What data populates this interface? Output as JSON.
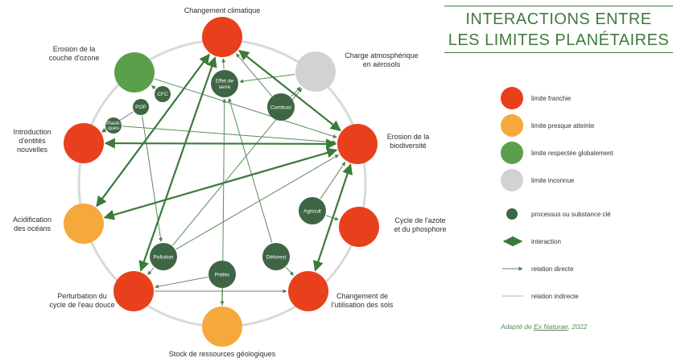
{
  "title": {
    "line1": "INTERACTIONS ENTRE",
    "line2": "LES LIMITES PLANÉTAIRES"
  },
  "colors": {
    "crossed": "#e8401c",
    "near": "#f5a83c",
    "respected": "#5aa04a",
    "unknown": "#d2d2d2",
    "process": "#3e6645",
    "arrow": "#3a7a3a",
    "ring": "#d9d9d9"
  },
  "boundaries": [
    {
      "id": "climate",
      "label": [
        "Changement climatique"
      ],
      "status": "crossed"
    },
    {
      "id": "aerosols",
      "label": [
        "Charge atmosphérique",
        "en aérosols"
      ],
      "status": "unknown"
    },
    {
      "id": "biodiversity",
      "label": [
        "Erosion de la",
        "biodiversité"
      ],
      "status": "crossed"
    },
    {
      "id": "nitrogen",
      "label": [
        "Cycle de l'azote",
        "et du phosphore"
      ],
      "status": "crossed"
    },
    {
      "id": "landuse",
      "label": [
        "Changement de",
        "l'utilisation des sols"
      ],
      "status": "crossed"
    },
    {
      "id": "geo",
      "label": [
        "Stock de ressources géologiques"
      ],
      "status": "near"
    },
    {
      "id": "water",
      "label": [
        "Perturbation du",
        "cycle de l'eau douce"
      ],
      "status": "crossed"
    },
    {
      "id": "acid",
      "label": [
        "Acidification",
        "des océans"
      ],
      "status": "near"
    },
    {
      "id": "novel",
      "label": [
        "Introduction",
        "d'entités",
        "nouvelles"
      ],
      "status": "crossed"
    },
    {
      "id": "ozone",
      "label": [
        "Erosion de la",
        "couche d'ozone"
      ],
      "status": "respected"
    }
  ],
  "processes": [
    {
      "id": "ges",
      "label": [
        "Effet de",
        "serre"
      ]
    },
    {
      "id": "combust",
      "label": [
        "Combust"
      ]
    },
    {
      "id": "cfc",
      "label": [
        "CFC"
      ]
    },
    {
      "id": "pop",
      "label": [
        "POP"
      ]
    },
    {
      "id": "plast",
      "label": [
        "Plasti-",
        "ques"
      ]
    },
    {
      "id": "agri",
      "label": [
        "Agricult"
      ]
    },
    {
      "id": "pollution",
      "label": [
        "Pollution"
      ]
    },
    {
      "id": "defores",
      "label": [
        "Déforest"
      ]
    },
    {
      "id": "prelev",
      "label": [
        "Prélèv"
      ]
    }
  ],
  "interactions": [
    [
      "climate",
      "biodiversity"
    ],
    [
      "climate",
      "water"
    ],
    [
      "climate",
      "acid"
    ],
    [
      "novel",
      "biodiversity"
    ],
    [
      "biodiversity",
      "acid"
    ],
    [
      "landuse",
      "biodiversity"
    ]
  ],
  "direct_relations": [
    [
      "ges",
      "climate"
    ],
    [
      "combust",
      "climate"
    ],
    [
      "combust",
      "aerosols"
    ],
    [
      "cfc",
      "ozone"
    ],
    [
      "pop",
      "novel"
    ],
    [
      "plast",
      "novel"
    ],
    [
      "agri",
      "nitrogen"
    ],
    [
      "agri",
      "biodiversity"
    ],
    [
      "pollution",
      "water"
    ],
    [
      "pollution",
      "biodiversity"
    ],
    [
      "pollution",
      "aerosols"
    ],
    [
      "defores",
      "landuse"
    ],
    [
      "defores",
      "ges"
    ],
    [
      "prelev",
      "water"
    ],
    [
      "prelev",
      "geo"
    ],
    [
      "ozone",
      "biodiversity"
    ],
    [
      "aerosols",
      "ges"
    ],
    [
      "water",
      "landuse"
    ],
    [
      "geo",
      "ges"
    ],
    [
      "pop",
      "pollution"
    ],
    [
      "plast",
      "biodiversity"
    ]
  ],
  "legend": [
    {
      "kind": "status",
      "status": "crossed",
      "label": "limite franchie"
    },
    {
      "kind": "status",
      "status": "near",
      "label": "limite presque atteinte"
    },
    {
      "kind": "status",
      "status": "respected",
      "label": "limite respectée globalement"
    },
    {
      "kind": "status",
      "status": "unknown",
      "label": "limite inconnue"
    },
    {
      "kind": "process",
      "label": "processus ou substance clé"
    },
    {
      "kind": "interaction",
      "label": "interaction"
    },
    {
      "kind": "direct",
      "label": "relation directe"
    },
    {
      "kind": "indirect",
      "label": "relation indirecte"
    }
  ],
  "credit": {
    "prefix": "Adapté de ",
    "source": "Ex Naturae",
    "suffix": ", 2022"
  }
}
